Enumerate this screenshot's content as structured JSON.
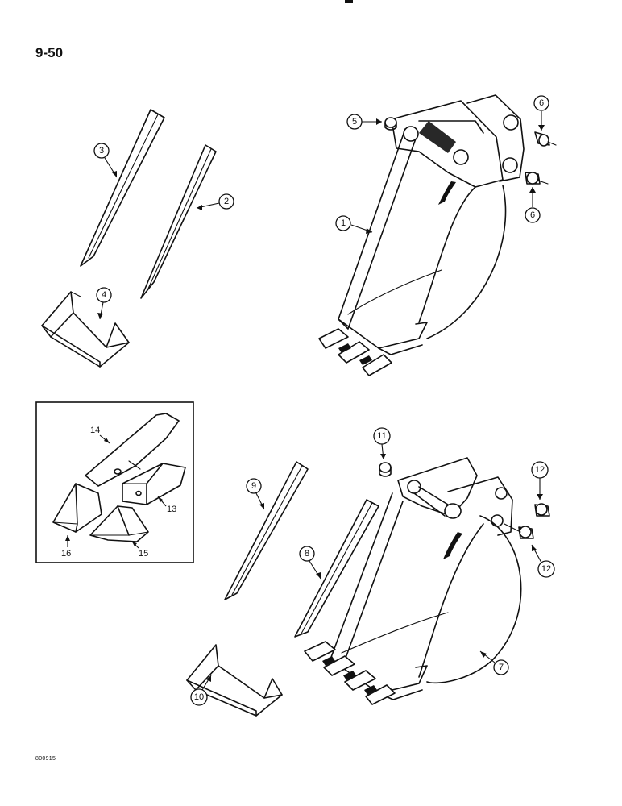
{
  "page": {
    "number": "9-50",
    "drawing_code": "800915"
  },
  "callouts": {
    "c1": "1",
    "c2": "2",
    "c3": "3",
    "c4": "4",
    "c5": "5",
    "c6a": "6",
    "c6b": "6",
    "c7": "7",
    "c8": "8",
    "c9": "9",
    "c10": "10",
    "c11": "11",
    "c12a": "12",
    "c12b": "12",
    "c13": "13",
    "c14": "14",
    "c15": "15",
    "c16": "16"
  }
}
